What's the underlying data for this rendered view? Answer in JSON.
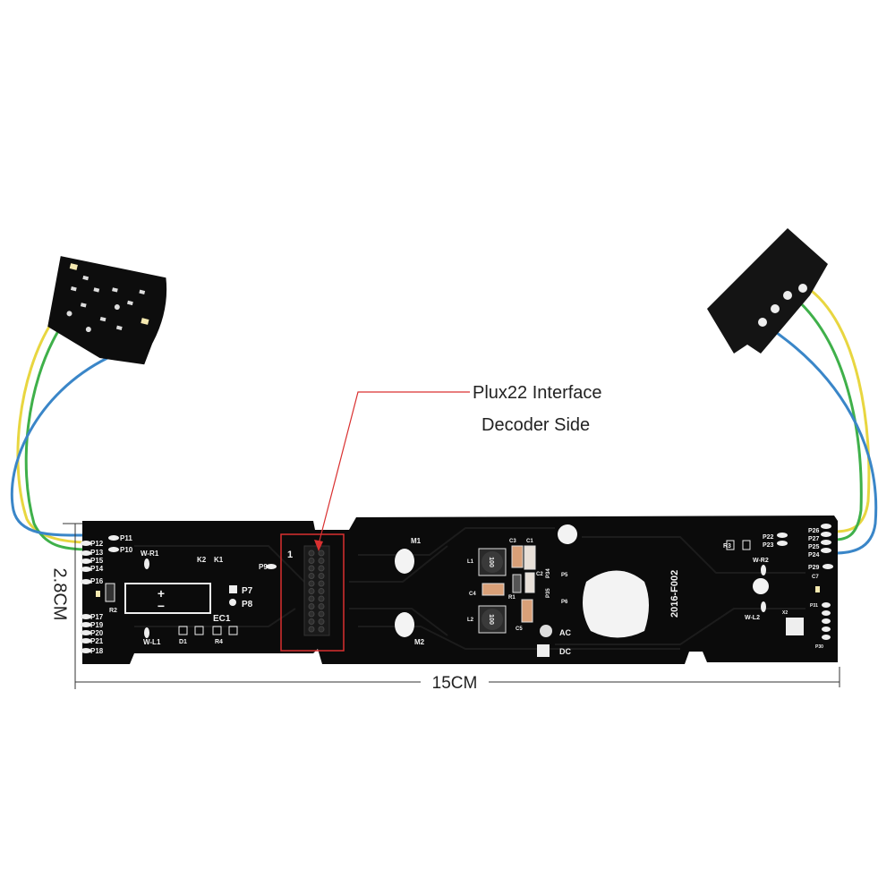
{
  "annotation": {
    "callout_line1": "Plux22 Interface",
    "callout_line2": "Decoder Side",
    "height_dimension": "2.8CM",
    "width_dimension": "15CM",
    "callout_color": "#d93030"
  },
  "board": {
    "model_marking": "2016-F002",
    "pin1_marker": "1",
    "color": "#0b0b0b",
    "left_labels": [
      "P12",
      "P13",
      "P15",
      "P14",
      "P16",
      "P17",
      "P19",
      "P20",
      "P21",
      "P18"
    ],
    "misc_labels": {
      "p11": "P11",
      "p10": "P10",
      "wr1": "W-R1",
      "k2": "K2",
      "k1": "K1",
      "p9": "P9",
      "p7": "P7",
      "p8": "P8",
      "ec1": "EC1",
      "wl1": "W-L1",
      "d1": "D1",
      "r4": "R4",
      "r2": "R2",
      "m1": "M1",
      "m2": "M2",
      "l1": "L1",
      "l2": "L2",
      "c1": "C1",
      "c2": "C2",
      "c3": "C3",
      "c4": "C4",
      "c5": "C5",
      "r1": "R1",
      "p5": "P5",
      "p6": "P6",
      "p34": "P34",
      "p35": "P35",
      "ac": "AC",
      "dc": "DC",
      "p22": "P22",
      "p23": "P23",
      "r3": "R3",
      "wr2": "W-R2",
      "wl2": "W-L2",
      "p29": "P29",
      "c7": "C7",
      "x2": "X2",
      "p31": "P31",
      "p30": "P30",
      "plus": "+",
      "minus": "−",
      "inductor_value": "100"
    },
    "right_labels": [
      "P26",
      "P27",
      "P25",
      "P24"
    ]
  },
  "wires": {
    "yellow": "#e8d640",
    "green": "#3fb04a",
    "blue": "#3a86c8"
  }
}
